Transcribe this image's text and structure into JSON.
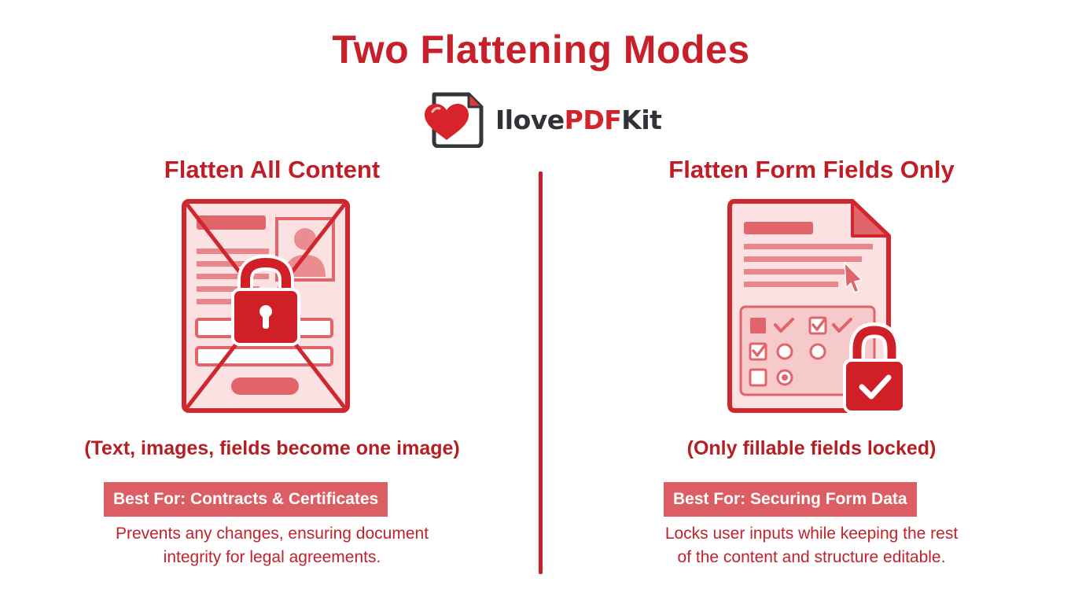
{
  "title": "Two Flattening Modes",
  "logo": {
    "text_main": "Ilove",
    "text_accent": "PDF",
    "text_suffix": "Kit",
    "icon": "heart-document-icon"
  },
  "colors": {
    "accent": "#c8202a",
    "badge_bg": "#dc5d63",
    "illustration_fill": "#f7d5d7",
    "text_dark": "#2f3338"
  },
  "left": {
    "heading": "Flatten All Content",
    "illustration_icon": "crossed-document-lock-icon",
    "caption": "(Text, images, fields become one image)",
    "badge": "Best For: Contracts & Certificates",
    "description": [
      "Prevents any changes, ensuring document",
      "integrity for legal agreements."
    ]
  },
  "right": {
    "heading": "Flatten Form Fields Only",
    "illustration_icon": "form-checklist-lock-icon",
    "caption": "(Only fillable fields locked)",
    "badge": "Best For: Securing Form Data",
    "description": [
      "Locks user inputs while keeping the rest",
      "of the content and structure editable."
    ]
  }
}
